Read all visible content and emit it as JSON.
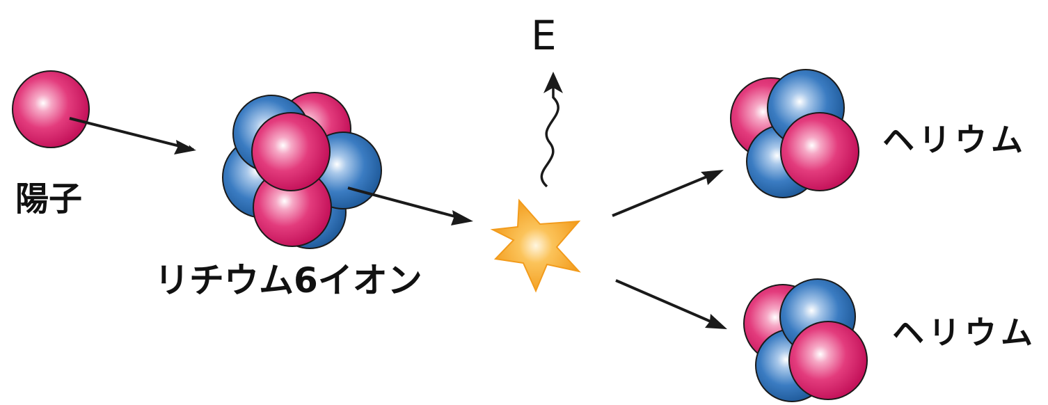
{
  "labels": {
    "proton": "陽子",
    "lithium_ion": "リチウム6イオン",
    "energy": "E",
    "helium_1": "ヘリウム",
    "helium_2": "ヘリウム"
  },
  "colors": {
    "proton": "#e0226e",
    "neutron": "#2a6cb0",
    "burst": "#f5a623",
    "arrow": "#1a1a1a",
    "outline": "#1a1a1a"
  },
  "particles": {
    "proton": "proton",
    "neutron": "neutron"
  }
}
